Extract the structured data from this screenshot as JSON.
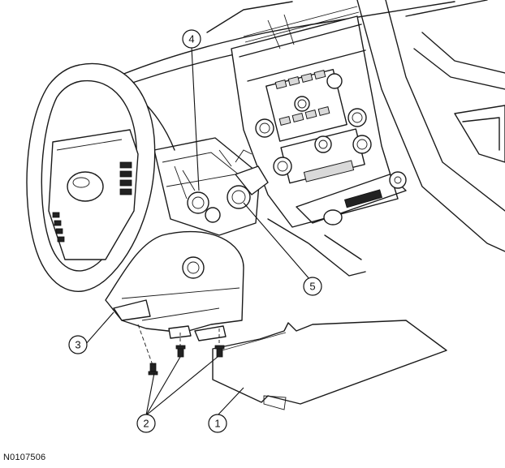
{
  "figure_id": "N0107506",
  "callouts": [
    {
      "label": "1"
    },
    {
      "label": "2"
    },
    {
      "label": "3"
    },
    {
      "label": "4"
    },
    {
      "label": "5"
    }
  ]
}
